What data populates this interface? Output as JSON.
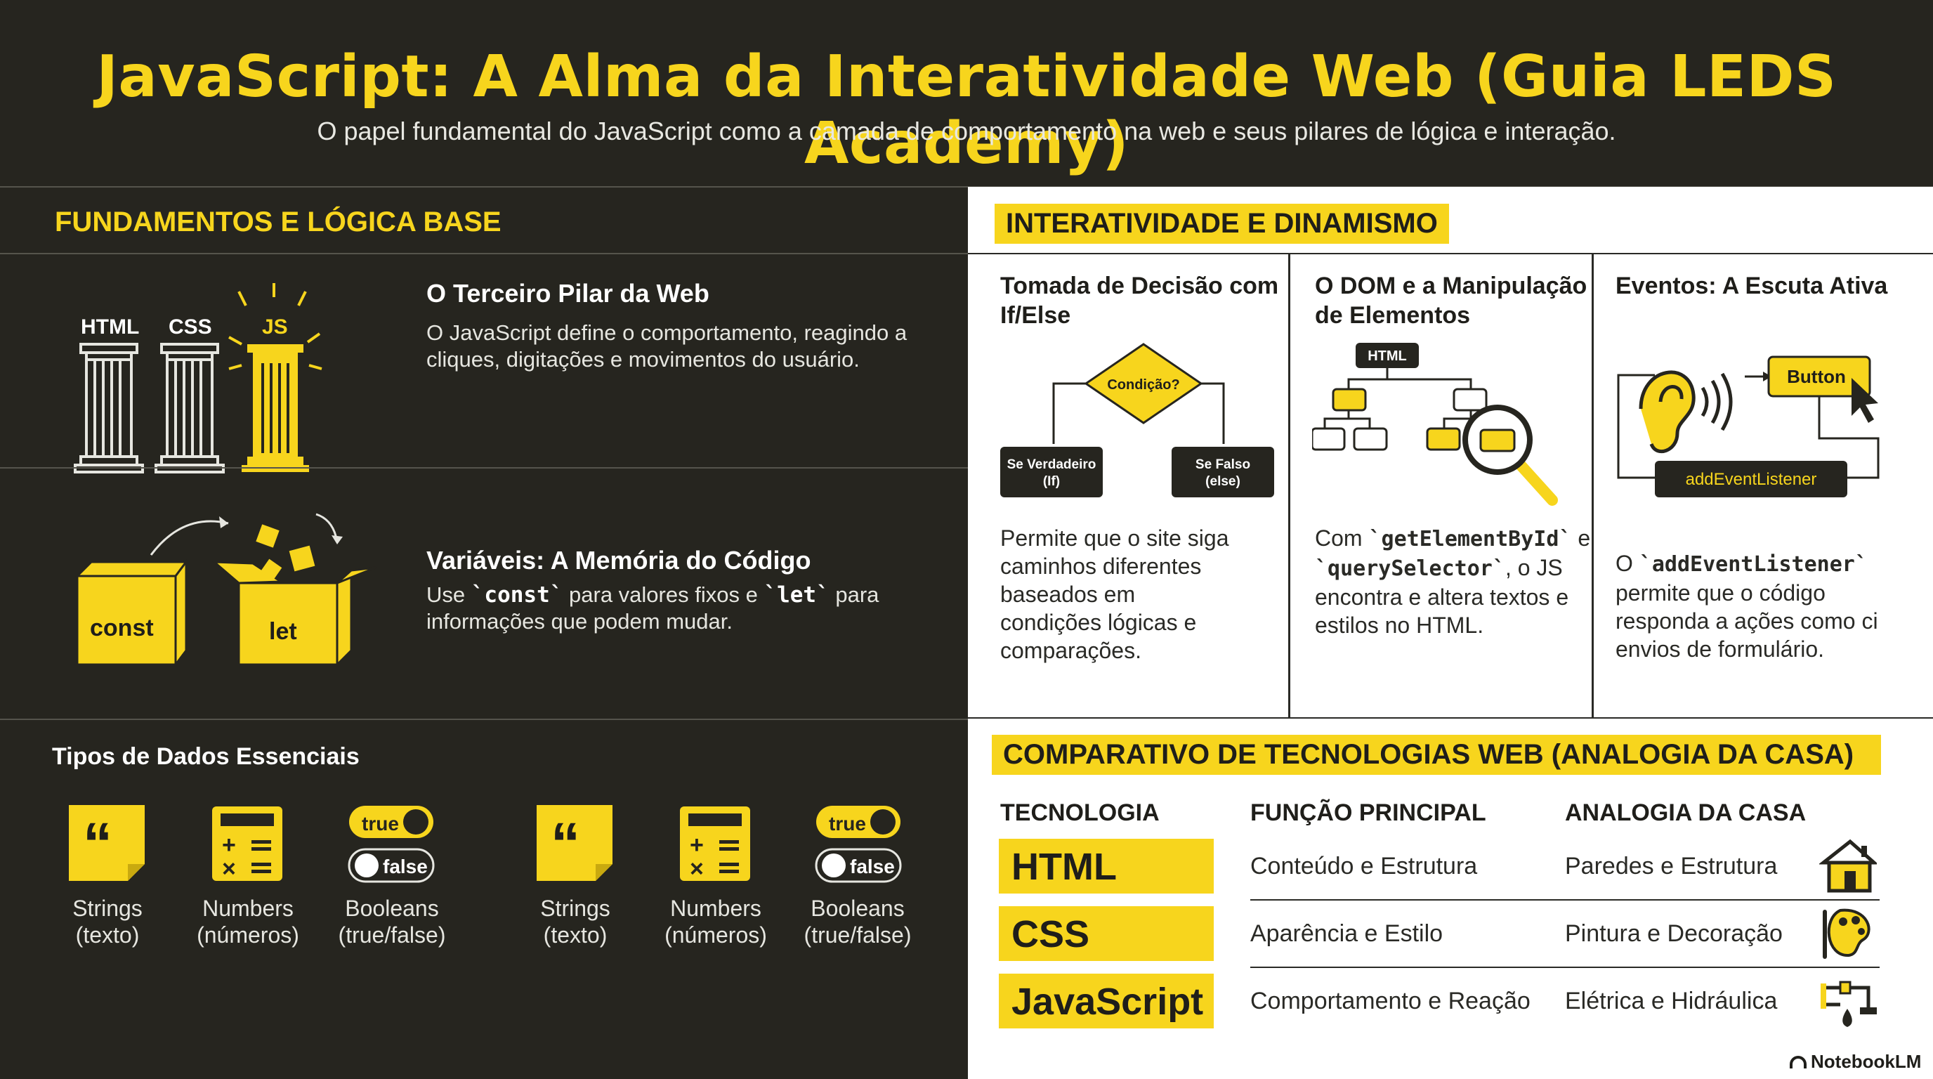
{
  "header": {
    "title": "JavaScript: A Alma da Interatividade Web (Guia LEDS Academy)",
    "subtitle": "O papel fundamental do JavaScript como a camada de comportamento na web e seus pilares de lógica e interação."
  },
  "left": {
    "section_title": "FUNDAMENTOS E LÓGICA BASE",
    "pillars": {
      "labels": [
        "HTML",
        "CSS",
        "JS"
      ],
      "heading": "O Terceiro Pilar da Web",
      "text_line1": "O JavaScript define o comportamento, reagindo a",
      "text_line2": "cliques, digitações e movimentos do usuário."
    },
    "variables": {
      "box_const": "const",
      "box_let": "let",
      "heading": "Variáveis: A Memória do Código",
      "t1": "Use ",
      "c1": "`const`",
      "t2": " para valores fixos e ",
      "c2": "`let`",
      "t3": " para",
      "line2": "informações que podem mudar."
    },
    "data_types": {
      "heading": "Tipos de Dados Essenciais",
      "true_label": "true",
      "false_label": "false",
      "items": [
        {
          "name": "Strings",
          "sub": "(texto)"
        },
        {
          "name": "Numbers",
          "sub": "(números)"
        },
        {
          "name": "Booleans",
          "sub": "(true/false)"
        },
        {
          "name": "Strings",
          "sub": "(texto)"
        },
        {
          "name": "Numbers",
          "sub": "(números)"
        },
        {
          "name": "Booleans",
          "sub": "(true/false)"
        }
      ]
    }
  },
  "right": {
    "section_title": "INTERATIVIDADE E DINAMISMO",
    "ifelse": {
      "heading_l1": "Tomada de Decisão com",
      "heading_l2": "If/Else",
      "condition": "Condição?",
      "true_l1": "Se Verdadeiro",
      "true_l2": "(If)",
      "false_l1": "Se Falso",
      "false_l2": "(else)",
      "body": [
        "Permite que o site siga",
        "caminhos diferentes",
        "baseados em",
        "condições lógicas e",
        "comparações."
      ]
    },
    "dom": {
      "heading_l1": "O DOM e a Manipulação",
      "heading_l2": "de Elementos",
      "root": "HTML",
      "p1a": "Com ",
      "p1b": "`getElementById`",
      "p1c": " e",
      "p2a": "`querySelector`",
      "p2b": ", o JS",
      "p3": "encontra e altera textos e",
      "p4": "estilos no HTML."
    },
    "events": {
      "heading": "Eventos: A Escuta Ativa",
      "button": "Button",
      "listener": "addEventListener",
      "p1a": "O ",
      "p1b": "`addEventListener`",
      "p2": "permite que o código",
      "p3": "responda a ações como ci",
      "p4": "envios de formulário."
    },
    "comparison": {
      "title": "COMPARATIVO DE TECNOLOGIAS WEB (ANALOGIA DA CASA)",
      "headers": [
        "TECNOLOGIA",
        "FUNÇÃO PRINCIPAL",
        "ANALOGIA DA CASA"
      ],
      "rows": [
        {
          "tech": "HTML",
          "func": "Conteúdo e Estrutura",
          "analogy": "Paredes e Estrutura",
          "icon": "house-icon"
        },
        {
          "tech": "CSS",
          "func": "Aparência e Estilo",
          "analogy": "Pintura e Decoração",
          "icon": "palette-icon"
        },
        {
          "tech": "JavaScript",
          "func": "Comportamento e Reação",
          "analogy": "Elétrica e Hidráulica",
          "icon": "plumbing-icon"
        }
      ]
    },
    "brand": "NotebookLM"
  }
}
